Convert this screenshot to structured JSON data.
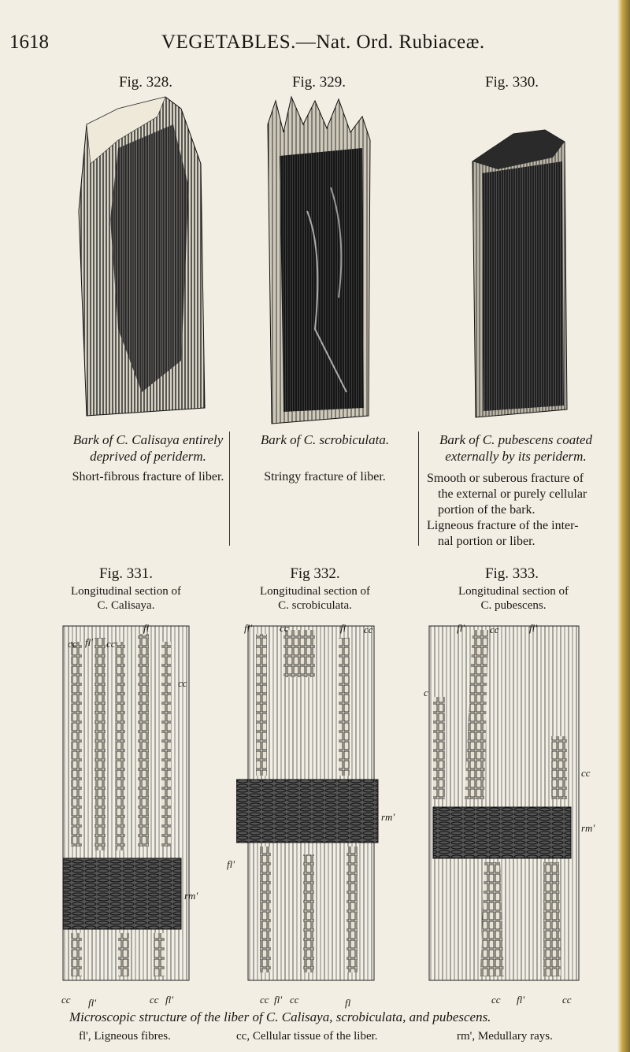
{
  "page": {
    "number": "1618",
    "running_head": "VEGETABLES.—Nat. Ord. Rubiaceæ."
  },
  "top_figures": [
    {
      "label": "Fig. 328.",
      "title": "Bark of C. Calisaya entirely deprived of periderm.",
      "title_line1": "Bark of C. Calisaya entirely",
      "title_line2": "deprived of periderm.",
      "text": "Short-fibrous fracture of liber."
    },
    {
      "label": "Fig. 329.",
      "title_line1": "Bark of C. scrobiculata.",
      "text": "Stringy fracture of liber."
    },
    {
      "label": "Fig. 330.",
      "title_line1": "Bark of C. pubescens coated",
      "title_line2": "externally by its periderm.",
      "text_lines": [
        "Smooth or suberous fracture of",
        "the external or purely cellular",
        "portion of the bark.",
        "Ligneous fracture of the inter-",
        "nal portion or liber."
      ]
    }
  ],
  "bottom_figures": [
    {
      "label": "Fig. 331.",
      "line1": "Longitudinal section of",
      "line2": "C. Calisaya.",
      "annotations": [
        "fl",
        "cc",
        "fl'",
        "cc",
        "cc",
        "rm'",
        "cc",
        "fl'",
        "cc",
        "fl'"
      ]
    },
    {
      "label": "Fig 332.",
      "line1": "Longitudinal section of",
      "line2": "C. scrobiculata.",
      "annotations": [
        "fl'",
        "cc",
        "fl",
        "cc",
        "rm'",
        "fl'",
        "cc",
        "fl'",
        "cc",
        "fl"
      ]
    },
    {
      "label": "Fig. 333.",
      "line1": "Longitudinal section of",
      "line2": "C. pubescens.",
      "annotations": [
        "fl'",
        "cc",
        "fl'",
        "c",
        "cc",
        "rm'",
        "cc",
        "fl'",
        "cc"
      ]
    }
  ],
  "footer": {
    "microscopic": "Microscopic structure of the liber of C. Calisaya, scrobiculata, and pubescens.",
    "legend_fl": "fl', Ligneous fibres.",
    "legend_cc": "cc, Cellular tissue of the liber.",
    "legend_rm": "rm', Medullary rays."
  }
}
